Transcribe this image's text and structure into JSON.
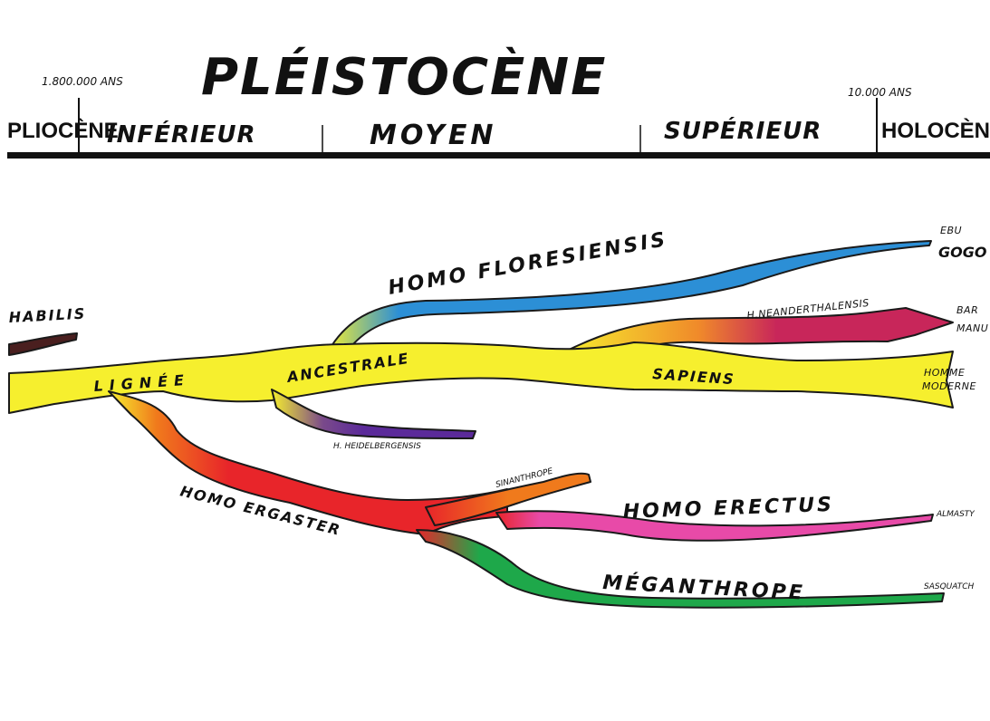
{
  "header": {
    "period": "PLÉISTOCÈNE",
    "start_date": "1.800.000 ANS",
    "end_date": "10.000 ANS",
    "before": "PLIOCÈNE",
    "after": "HOLOCÈNE",
    "subdivisions": [
      "INFÉRIEUR",
      "MOYEN",
      "SUPÉRIEUR"
    ]
  },
  "branches": {
    "habilis": "HABILIS",
    "lignee": "LIGNÉE",
    "ancestrale": "ANCESTRALE",
    "floresiensis": "HOMO FLORESIENSIS",
    "neanderthalensis": "H.NEANDERTHALENSIS",
    "sapiens": "SAPIENS",
    "heidelbergensis": "H. HEIDELBERGENSIS",
    "ergaster": "HOMO ERGASTER",
    "sinanthrope": "SINANTHROPE",
    "erectus": "HOMO ERECTUS",
    "meganthrope": "MÉGANTHROPE"
  },
  "endpoints": {
    "ebu": "EBU",
    "gogo": "GOGO",
    "bar": "BAR",
    "manu": "MANU",
    "homme": "HOMME",
    "moderne": "MODERNE",
    "almasty": "ALMASTY",
    "sasquatch": "SASQUATCH"
  },
  "colors": {
    "yellow": "#f6ef2e",
    "blue": "#2c8fd6",
    "crimson": "#c8265a",
    "purple": "#5b2a9a",
    "red": "#e8252a",
    "orange": "#f07a1c",
    "pink": "#e84aa8",
    "green": "#1ea84a",
    "habilis": "#4a1f1f"
  }
}
